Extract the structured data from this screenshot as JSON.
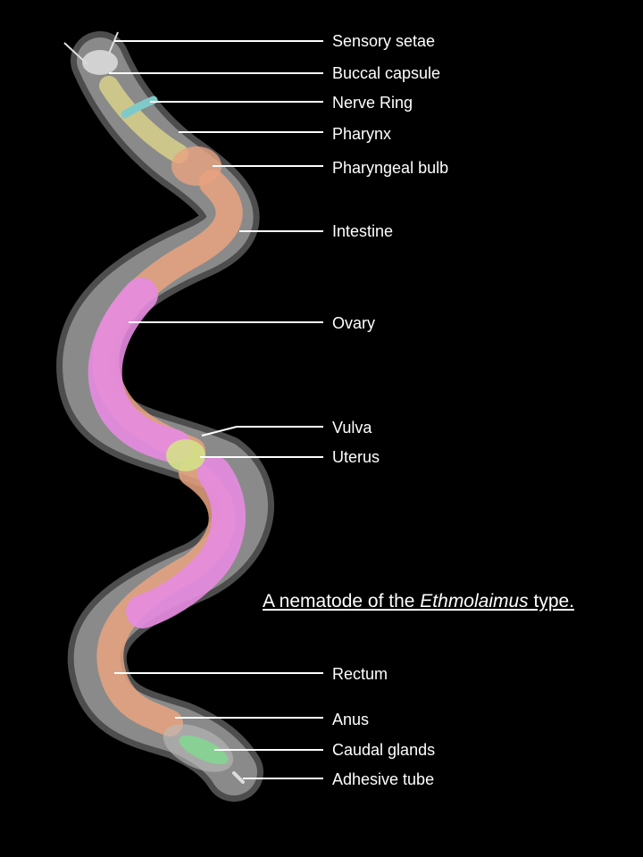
{
  "diagram": {
    "labels": [
      "Sensory setae",
      "Buccal capsule",
      "Nerve Ring",
      "Pharynx",
      "Pharyngeal bulb",
      "Intestine",
      "Ovary",
      "Vulva",
      "Uterus",
      "Rectum",
      "Anus",
      "Caudal glands",
      "Adhesive tube"
    ],
    "caption": {
      "prefix": "A nematode of the ",
      "genus": "Ethmolaimus",
      "suffix": " type."
    }
  },
  "colors": {
    "background": "#000000",
    "body_outline": "#bdbdbd",
    "intestine": "#e8a37f",
    "pharynx": "#d8d08a",
    "nerve_ring": "#7fc9c9",
    "ovary": "#e58be0",
    "uterus": "#d4e08a",
    "caudal_glands": "#7fd98f",
    "leader_lines": "#ffffff",
    "text": "#ffffff"
  }
}
